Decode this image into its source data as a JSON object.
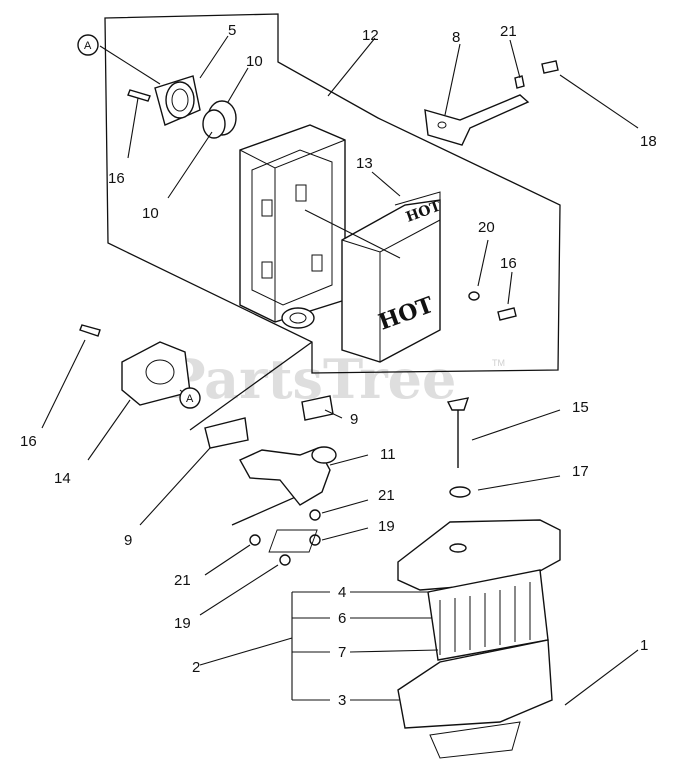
{
  "diagram": {
    "watermark": "PartsTree",
    "watermark_tm": "TM",
    "callout_marker": "A",
    "hot_label": "HOT",
    "part_numbers": [
      "1",
      "2",
      "3",
      "4",
      "5",
      "6",
      "7",
      "8",
      "9",
      "9",
      "10",
      "10",
      "11",
      "12",
      "13",
      "14",
      "15",
      "16",
      "16",
      "16",
      "17",
      "18",
      "19",
      "19",
      "20",
      "21",
      "21",
      "21"
    ]
  }
}
